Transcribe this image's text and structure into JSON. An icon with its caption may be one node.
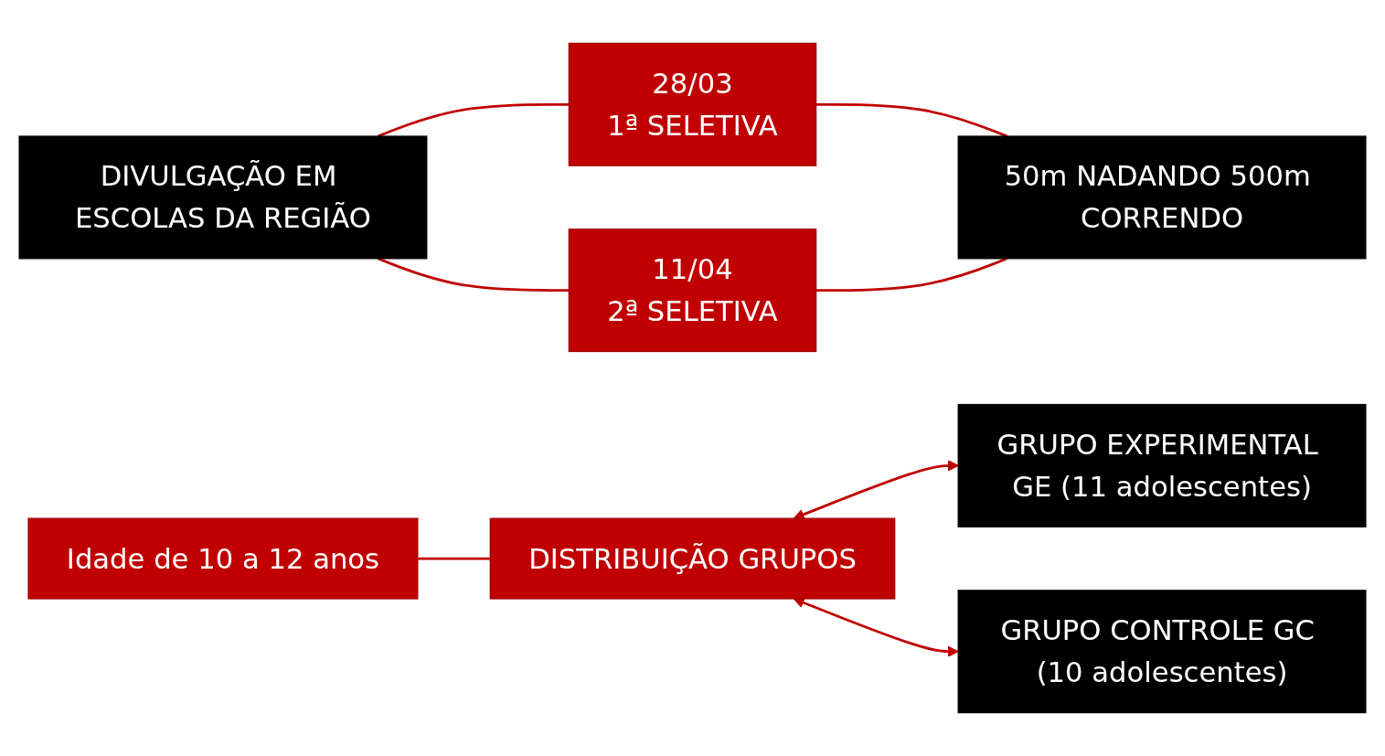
{
  "diagram": {
    "nodes": [
      {
        "text": [
          "DIVULGAÇÃO EM ESCOLAS DA REGIÃO"
        ]
      },
      {
        "text": [
          "28/03",
          "1ª SELETIVA"
        ]
      },
      {
        "text": [
          "11/04",
          "2ª SELETIVA"
        ]
      },
      {
        "text": [
          "50m NADANDO 500m CORRENDO"
        ]
      },
      {
        "text": [
          "Idade de 10 a 12 anos"
        ]
      },
      {
        "text": [
          "DISTRIBUIÇÃO GRUPOS"
        ]
      },
      {
        "text": [
          "GRUPO EXPERIMENTAL GE (11 adolescentes)"
        ]
      },
      {
        "text": [
          "GRUPO CONTROLE GC (10 adolescentes)"
        ]
      }
    ],
    "edges": [
      {
        "from": 0,
        "to": 1,
        "arrow": "none"
      },
      {
        "from": 0,
        "to": 2,
        "arrow": "none"
      },
      {
        "from": 1,
        "to": 3,
        "arrow": "none"
      },
      {
        "from": 2,
        "to": 3,
        "arrow": "none"
      },
      {
        "from": 4,
        "to": 5,
        "arrow": "none"
      },
      {
        "from": 5,
        "to": 6,
        "arrow": "both"
      },
      {
        "from": 5,
        "to": 7,
        "arrow": "both"
      }
    ]
  }
}
